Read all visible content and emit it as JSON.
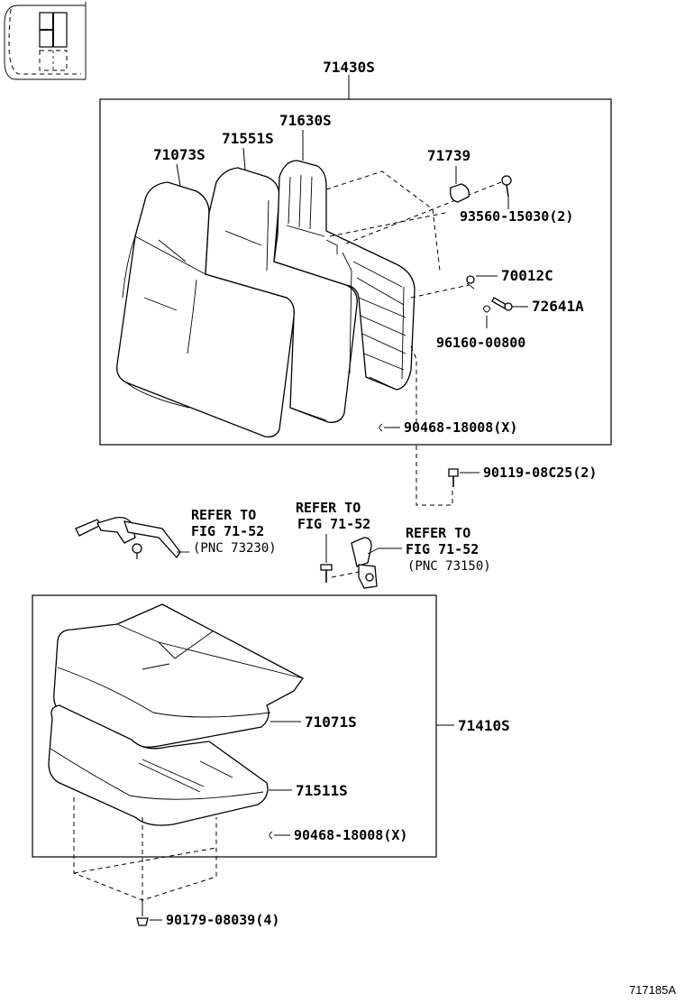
{
  "diagram": {
    "figure_code": "717185A",
    "callouts": {
      "assy_back": "71430S",
      "frame": "71630S",
      "pad_back": "71551S",
      "cover_back": "71073S",
      "hinge_cap": "71739",
      "screw_cap": "93560-15030(2)",
      "clip_a": "70012C",
      "pin": "72641A",
      "clip_b": "96160-00800",
      "hog_ring_back": "90468-18008(X)",
      "bolt_mount": "90119-08C25(2)",
      "assy_cushion": "71410S",
      "cover_cushion": "71071S",
      "pad_cushion": "71511S",
      "hog_ring_cushion": "90468-18008(X)",
      "bolt_floor": "90179-08039(4)"
    },
    "references": {
      "belt_left": {
        "line1": "REFER TO",
        "line2": "FIG 71-52",
        "line3": "(PNC 73230)"
      },
      "belt_mid": {
        "line1": "REFER TO",
        "line2": "FIG 71-52"
      },
      "belt_right": {
        "line1": "REFER TO",
        "line2": "FIG 71-52",
        "line3": "(PNC 73150)"
      }
    }
  }
}
